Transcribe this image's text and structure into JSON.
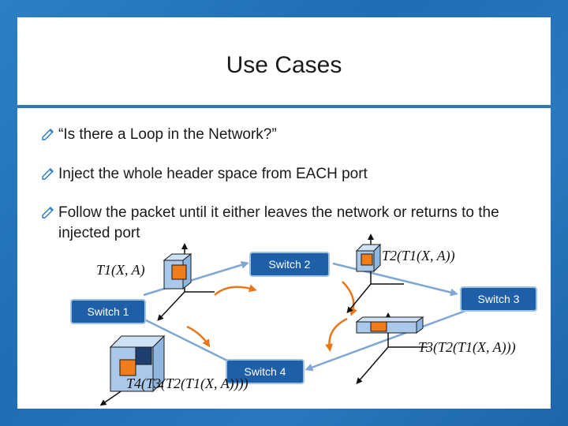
{
  "slide": {
    "title": "Use Cases",
    "bullets": [
      {
        "text": "“Is there a Loop in the Network?”"
      },
      {
        "text": "Inject the whole header space from EACH port"
      },
      {
        "text": "Follow the packet until it either leaves the network or returns to the injected port"
      }
    ]
  },
  "diagram": {
    "switches": [
      {
        "label": "Switch 1"
      },
      {
        "label": "Switch 2"
      },
      {
        "label": "Switch 3"
      },
      {
        "label": "Switch 4"
      }
    ],
    "expressions": {
      "t1": "T1(X, A)",
      "t2": "T2(T1(X, A))",
      "t3": "T3(T2(T1(X, A)))",
      "t4": "T4(T3(T2(T1(X, A))))"
    },
    "colors": {
      "switch_fill": "#1f5fa8",
      "switch_border": "#9ec3e6",
      "packet_orange": "#f07d1a",
      "curve_orange": "#e8761b",
      "link_blue": "#7ea7d4",
      "cube_blue": "#a9c8ea"
    }
  }
}
